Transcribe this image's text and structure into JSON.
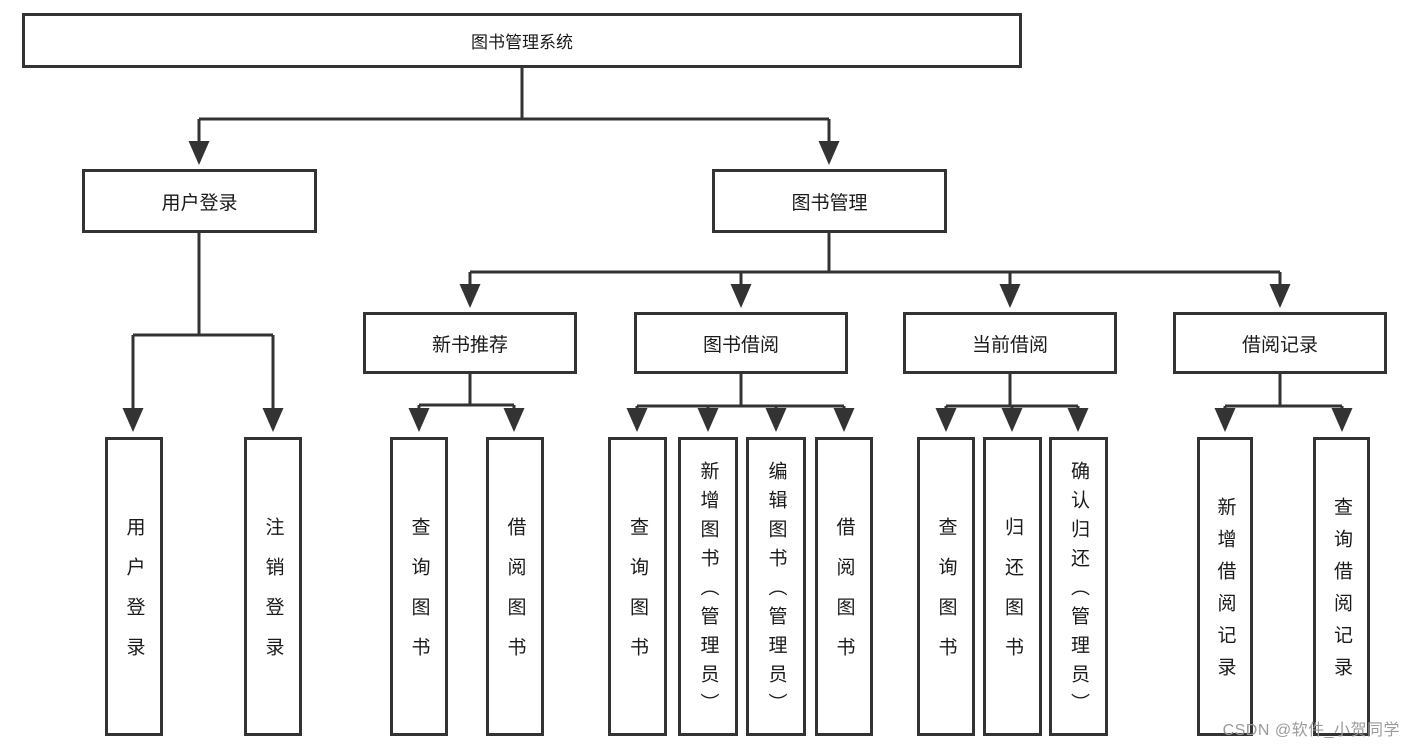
{
  "tree": {
    "label": "图书管理系统",
    "children": [
      {
        "label": "用户登录",
        "children": [
          {
            "label": "用户登录"
          },
          {
            "label": "注销登录"
          }
        ]
      },
      {
        "label": "图书管理",
        "children": [
          {
            "label": "新书推荐",
            "children": [
              {
                "label": "查询图书"
              },
              {
                "label": "借阅图书"
              }
            ]
          },
          {
            "label": "图书借阅",
            "children": [
              {
                "label": "查询图书"
              },
              {
                "label": "新增图书（管理员）"
              },
              {
                "label": "编辑图书（管理员）"
              },
              {
                "label": "借阅图书"
              }
            ]
          },
          {
            "label": "当前借阅",
            "children": [
              {
                "label": "查询图书"
              },
              {
                "label": "归还图书"
              },
              {
                "label": "确认归还（管理员）"
              }
            ]
          },
          {
            "label": "借阅记录",
            "children": [
              {
                "label": "新增借阅记录"
              },
              {
                "label": "查询借阅记录"
              }
            ]
          }
        ]
      }
    ]
  },
  "watermark": {
    "text": "CSDN @软件_小贺同学"
  },
  "colors": {
    "line": "#333333",
    "text": "#1a1a1a",
    "background": "#ffffff",
    "watermark": "#9b9b9b"
  }
}
